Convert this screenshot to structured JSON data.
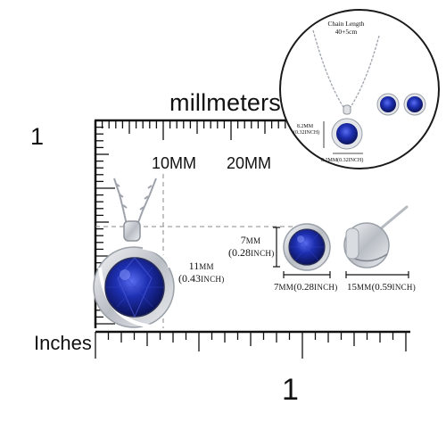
{
  "ruler": {
    "unit_top": "millmeters",
    "unit_side": "Inches",
    "top_one": "1",
    "bottom_one": "1",
    "mark_10": "10MM",
    "mark_20": "20MM"
  },
  "pendant": {
    "size_mm": "11",
    "size_mm_unit": "MM",
    "size_inch": "(0.43",
    "size_inch_unit": "INCH)"
  },
  "earring": {
    "height_mm": "7",
    "height_mm_unit": "MM",
    "height_inch": "(0.28",
    "height_inch_unit": "INCH)",
    "width": "7",
    "width_unit_mm": "MM",
    "width_inch": "(0.28",
    "width_inch_unit": "INCH)",
    "depth": "15",
    "depth_unit_mm": "MM",
    "depth_inch": "(0.59",
    "depth_inch_unit": "INCH)"
  },
  "inset": {
    "chain_title": "Chain Length",
    "chain_value": "40+5cm",
    "pendant_h": "8.2MM",
    "pendant_h_inch": "(0.32INCH)",
    "pendant_w": "8.2MM(0.32INCH)"
  },
  "colors": {
    "sapphire": "#1a2a9c",
    "silver": "#c9ccd1",
    "ink": "#111111"
  }
}
